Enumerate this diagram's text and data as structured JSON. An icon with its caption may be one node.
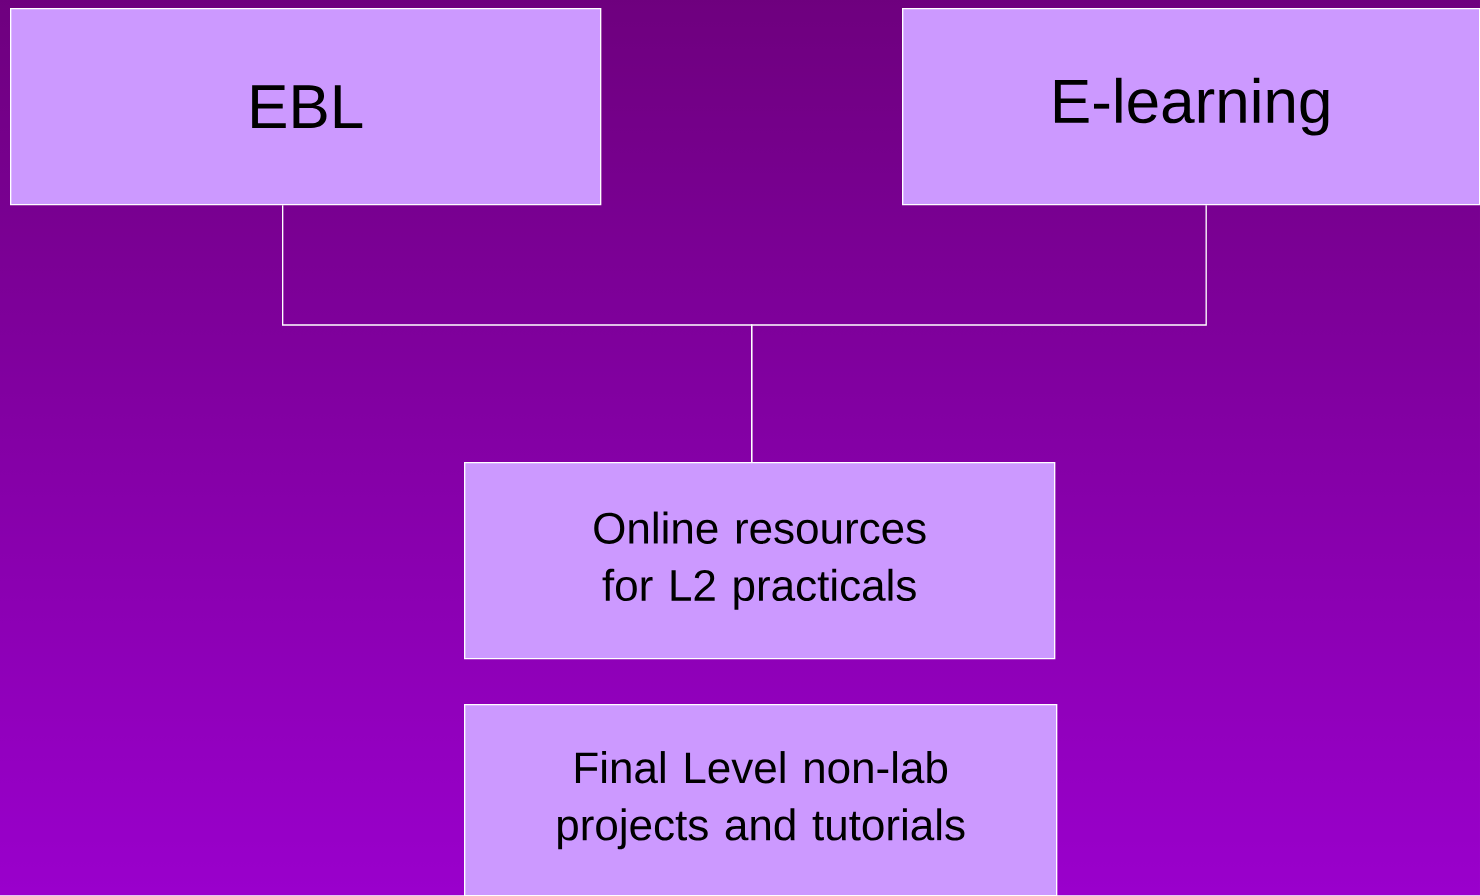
{
  "diagram": {
    "nodes": [
      {
        "text": [
          "EBL"
        ]
      },
      {
        "text": [
          "E-learning"
        ]
      },
      {
        "text": [
          "Online resources for L2 practicals"
        ]
      },
      {
        "text": [
          "Final Level non-lab projects and tutorials"
        ]
      }
    ],
    "edges": [
      {
        "from": 0,
        "to": 2,
        "arrow": "none"
      },
      {
        "from": 1,
        "to": 2,
        "arrow": "none"
      }
    ]
  }
}
